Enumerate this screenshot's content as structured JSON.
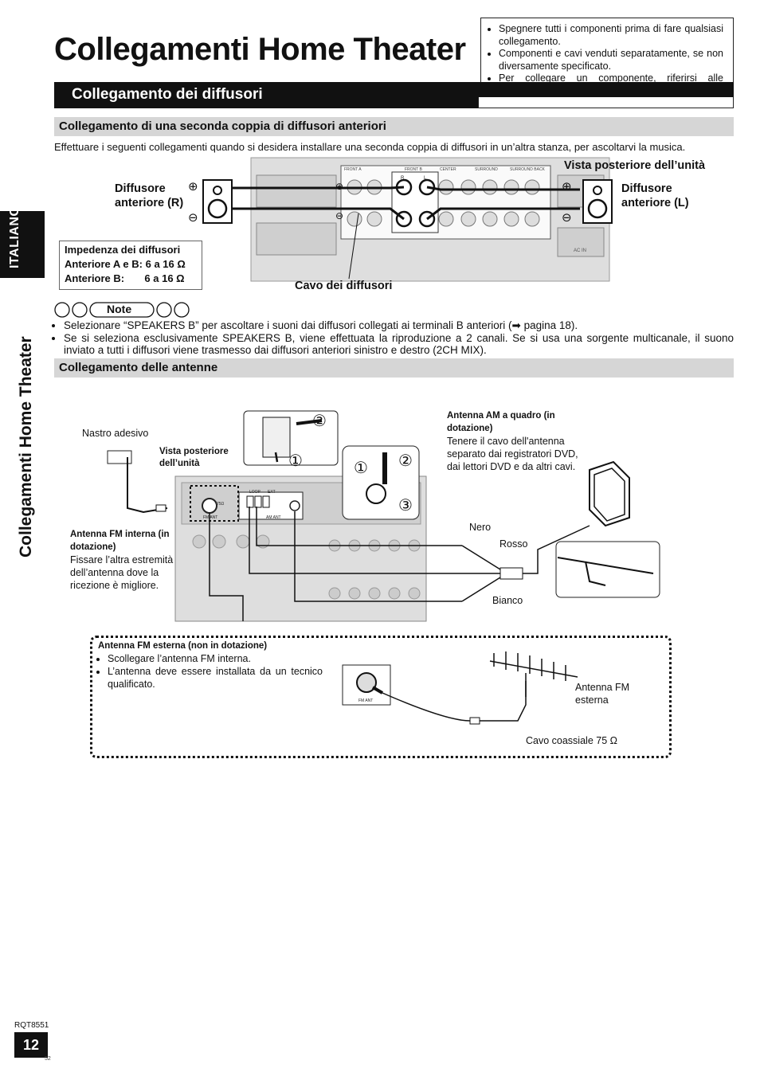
{
  "page_title": "Collegamenti Home Theater",
  "info_box": {
    "items": [
      "Spegnere tutti i componenti prima di fare qualsiasi collegamento.",
      "Componenti e cavi venduti separatamente, se non diversamente specificato.",
      "Per collegare un componente, riferirsi alle corrispondenti istruzioni per l’uso."
    ]
  },
  "side_tab": {
    "language": "ITALIANO",
    "section": "Collegamenti Home Theater"
  },
  "section_speakers": {
    "title": "Collegamento dei diffusori",
    "subtitle": "Collegamento di una seconda coppia di diffusori anteriori",
    "intro": "Effettuare i seguenti collegamenti quando si desidera installare una seconda coppia di diffusori in un’altra stanza, per ascoltarvi la musica.",
    "diagram": {
      "left_speaker": "Diffusore anteriore (R)",
      "right_speaker": "Diffusore anteriore (L)",
      "rear_view": "Vista posteriore dell’unità",
      "cable": "Cavo dei diffusori",
      "impedance_title": "Impedenza dei diffusori",
      "impedance_ab": "Anteriore A e B: 6 a 16 Ω",
      "impedance_b": "Anteriore B:       6 a 16 Ω",
      "plus": "⊕",
      "minus": "⊖",
      "panel_labels": [
        "FRONT A",
        "FRONT B",
        "CENTER",
        "SURROUND",
        "SURROUND BACK"
      ],
      "panel_side": [
        "R",
        "L"
      ],
      "ac_in": "AC IN"
    },
    "note_label": "Note",
    "notes": [
      "Selezionare “SPEAKERS B” per ascoltare i suoni dai diffusori collegati ai terminali B anteriori (➡ pagina 18).",
      "Se si seleziona esclusivamente SPEAKERS B, viene effettuata la riproduzione a 2 canali. Se si usa una sorgente multicanale, il suono inviato a tutti i diffusori viene trasmesso dai diffusori anteriori sinistro e destro (2CH MIX)."
    ]
  },
  "section_antenna": {
    "title": "Collegamento delle antenne",
    "labels": {
      "tape": "Nastro adesivo",
      "rear_view": "Vista posteriore dell’unità",
      "fm_indoor_title": "Antenna FM interna (in dotazione)",
      "fm_indoor_text": "Fissare l’altra estremità dell’antenna dove la ricezione è migliore.",
      "am_title": "Antenna AM a quadro (in dotazione)",
      "am_text": "Tenere il cavo dell'antenna separato dai registratori DVD, dai lettori DVD e da altri cavi.",
      "nero": "Nero",
      "rosso": "Rosso",
      "bianco": "Bianco",
      "fm_ant": "FM ANT",
      "am_ant": "AM ANT",
      "loop": "LOOP",
      "ext": "EXT",
      "ohm75": "75Ω",
      "step1": "①",
      "step2": "②",
      "step3": "③"
    },
    "external": {
      "title": "Antenna FM esterna (non in dotazione)",
      "items": [
        "Scollegare l’antenna FM interna.",
        "L’antenna deve essere installata da un tecnico qualificato."
      ],
      "antenna_label": "Antenna FM esterna",
      "cable_label": "Cavo coassiale 75 Ω",
      "jack_label": "FM ANT"
    }
  },
  "footer": {
    "model": "RQT8551",
    "page": "12",
    "sub": "52"
  }
}
